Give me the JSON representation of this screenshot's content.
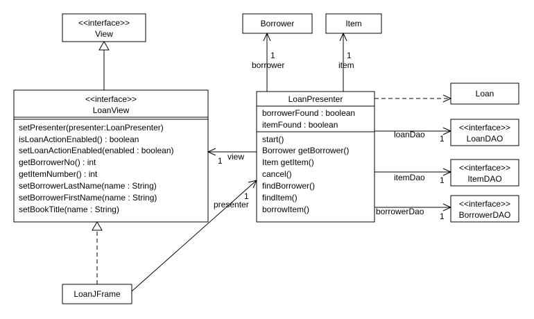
{
  "view": {
    "stereotype": "<<interface>>",
    "name": "View"
  },
  "loan_view": {
    "stereotype": "<<interface>>",
    "name": "LoanView",
    "methods": [
      "setPresenter(presenter:LoanPresenter)",
      "isLoanActionEnabled() : boolean",
      "setLoanActionEnabled(enabled : boolean)",
      "getBorrowerNo() : int",
      "getItemNumber() : int",
      "setBorrowerLastName(name : String)",
      "setBorrowerFirstName(name : String)",
      "setBookTitle(name : String)"
    ]
  },
  "loan_jframe": {
    "name": "LoanJFrame"
  },
  "borrower": {
    "name": "Borrower"
  },
  "item": {
    "name": "Item"
  },
  "loan_presenter": {
    "name": "LoanPresenter",
    "attributes": [
      "borrowerFound : boolean",
      "itemFound : boolean"
    ],
    "methods": [
      "start()",
      "Borrower getBorrower()",
      "Item getItem()",
      "cancel()",
      "findBorrower()",
      "findItem()",
      "borrowItem()"
    ]
  },
  "loan": {
    "name": "Loan"
  },
  "loan_dao": {
    "stereotype": "<<interface>>",
    "name": "LoanDAO"
  },
  "item_dao": {
    "stereotype": "<<interface>>",
    "name": "ItemDAO"
  },
  "borrower_dao": {
    "stereotype": "<<interface>>",
    "name": "BorrowerDAO"
  },
  "associations": {
    "borrower": {
      "role": "borrower",
      "multiplicity": "1"
    },
    "item": {
      "role": "item",
      "multiplicity": "1"
    },
    "view": {
      "role": "view",
      "multiplicity": "1"
    },
    "presenter": {
      "role": "presenter",
      "multiplicity": "1"
    },
    "loan_dao": {
      "role": "loanDao",
      "multiplicity": "1"
    },
    "item_dao": {
      "role": "itemDao",
      "multiplicity": "1"
    },
    "borrower_dao": {
      "role": "borrowerDao",
      "multiplicity": "1"
    }
  }
}
